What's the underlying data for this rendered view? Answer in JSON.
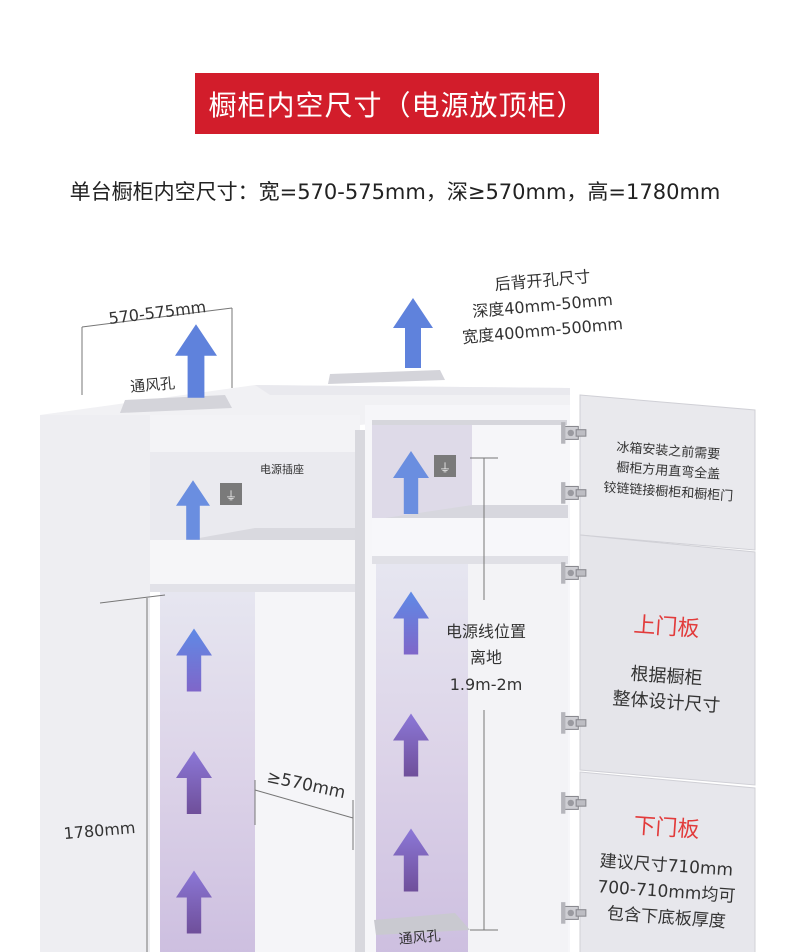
{
  "header": {
    "title": "橱柜内空尺寸（电源放顶柜）",
    "subtitle": "单台橱柜内空尺寸：宽=570-575mm，深≥570mm，高=1780mm"
  },
  "diagram": {
    "left_width": "570-575mm",
    "vent_top": "通风孔",
    "socket": "电源插座",
    "back_hole": [
      "后背开孔尺寸",
      "深度40mm-50mm",
      "宽度400mm-500mm"
    ],
    "power_line": [
      "电源线位置",
      "离地",
      "1.9m-2m"
    ],
    "depth": "≥570mm",
    "height": "1780mm",
    "vent_bottom": "通风孔",
    "hinge_note": [
      "冰箱安装之前需要",
      "橱柜方用直弯全盖",
      "铰链链接橱柜和橱柜门"
    ],
    "upper_door": {
      "title": "上门板",
      "lines": [
        "根据橱柜",
        "整体设计尺寸"
      ]
    },
    "lower_door": {
      "title": "下门板",
      "lines": [
        "建议尺寸710mm",
        "700-710mm均可",
        "包含下底板厚度"
      ]
    }
  },
  "colors": {
    "banner": "#d21d2b",
    "accent_red": "#e23b3b",
    "arrow_blue": "#5f86e0",
    "arrow_purple": "#7a5fb0"
  }
}
